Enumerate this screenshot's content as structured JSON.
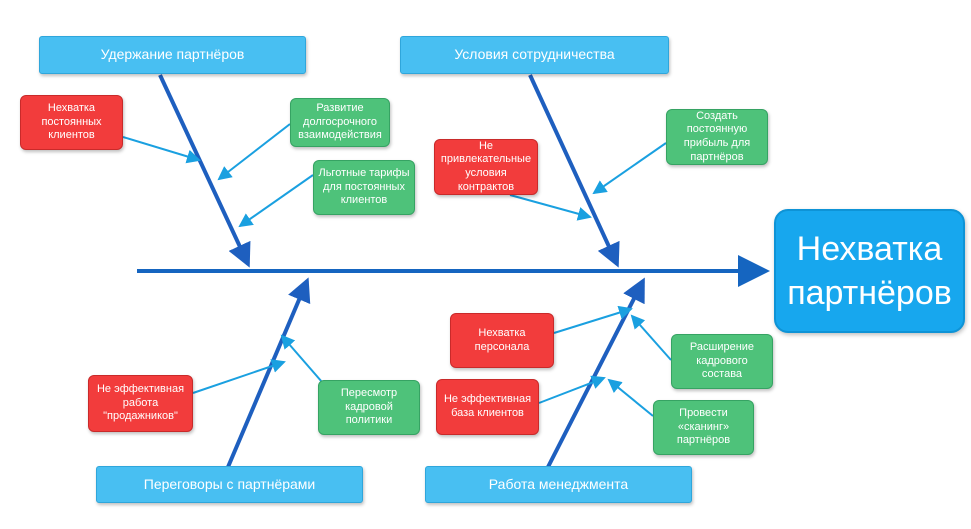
{
  "head": {
    "label": "Нехватка\nпартнёров"
  },
  "categories": {
    "retention": "Удержание партнёров",
    "conditions": "Условия сотрудничества",
    "negotiations": "Переговоры с партнёрами",
    "management": "Работа менеджмента"
  },
  "causes": {
    "lack_regular_clients": "Нехватка\nпостоянных\nклиентов",
    "long_term": "Развитие\nдолгосрочного\nвзаимодействия",
    "preferential_rates": "Льготные тарифы\nдля постоянных\nклиентов",
    "unattractive_terms": "Не\nпривлекательные\nусловия\nконтрактов",
    "create_profit": "Создать\nпостоянную\nприбыль для\nпартнёров",
    "ineffective_sales": "Не эффективная\nработа\n\"продажников\"",
    "review_hr_policy": "Пересмотр\nкадровой\nполитики",
    "staff_shortage": "Нехватка\nперсонала",
    "ineffective_client_base": "Не эффективная\nбаза клиентов",
    "expand_staff": "Расширение\nкадрового\nсостава",
    "scanning": "Провести\n«сканинг»\nпартнёров"
  },
  "colors": {
    "spine": "#1565c0",
    "branch": "#1e5fbf",
    "arrow": "#1aa0e0",
    "category": "#48bff2",
    "problem": "#f23c3c",
    "solution": "#4ec27a",
    "head": "#17a7ee"
  }
}
